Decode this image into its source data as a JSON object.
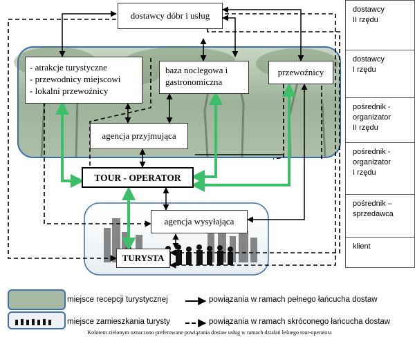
{
  "nodes": {
    "suppliers": "dostawcy dóbr i usług",
    "attractions": [
      "- atrakcje turystyczne",
      "- przewodnicy miejscowi",
      "- lokalni przewoźnicy"
    ],
    "accommodation": [
      "baza noclegowa i",
      "gastronomiczna"
    ],
    "carriers": "przewoźnicy",
    "receiving_agency": "agencja przyjmująca",
    "tour_operator": "TOUR - OPERATOR",
    "sending_agency": "agencja wysyłająca",
    "tourist": "TURYSTA"
  },
  "tiers": [
    {
      "lines": [
        "dostawcy",
        "II rzędu"
      ]
    },
    {
      "lines": [
        "dostawcy",
        "I rzędu"
      ]
    },
    {
      "lines": [
        "pośrednik -",
        "organizator",
        "II rzędu"
      ]
    },
    {
      "lines": [
        "pośrednik -",
        "organizator",
        "I rzędu"
      ]
    },
    {
      "lines": [
        "pośrednik –",
        "sprzedawca"
      ]
    },
    {
      "lines": [
        "klient"
      ]
    }
  ],
  "legend": {
    "reception_place": "miejsce recepcji turystycznej",
    "residence_place": "miejsce zamieszkania turysty",
    "full_chain": "powiązania w ramach pełnego łańcucha dostaw",
    "short_chain": "powiązania w ramach skróconego łańcucha dostaw",
    "caption": "Kolorem zielonym oznaczono preferowane powiązania dostaw usług w ramach działań leśnego tour-operatora"
  },
  "colors": {
    "green": "#3dbf6a",
    "forest_border": "#3b6fb4",
    "city_border": "#3b6fb4"
  }
}
